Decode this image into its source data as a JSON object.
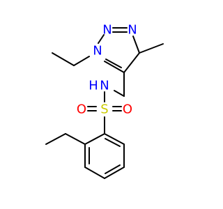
{
  "colors": {
    "bond": "#000000",
    "nitrogen": "#0000ff",
    "sulfur": "#cccc00",
    "oxygen": "#ff0000",
    "background": "#ffffff"
  },
  "atoms": {
    "n1": "N",
    "n2": "N",
    "n3": "N",
    "nh": "N",
    "h": "H",
    "s": "S",
    "o_left": "O",
    "o_right": "O"
  }
}
